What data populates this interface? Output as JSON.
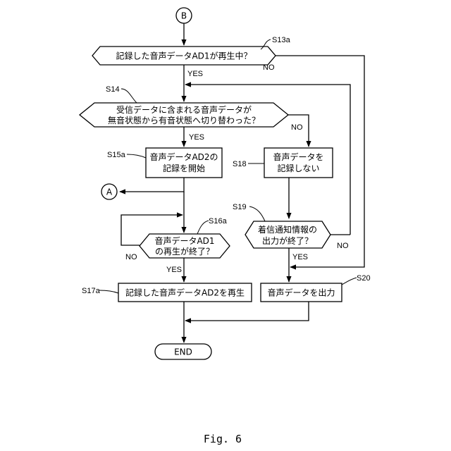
{
  "connectors": {
    "top": "B",
    "side": "A"
  },
  "decisions": {
    "s13a": {
      "label": "S13a",
      "text": "記録した音声データAD1が再生中？"
    },
    "s14": {
      "label": "S14",
      "line1": "受信データに含まれる音声データが",
      "line2": "無音状態から有音状態へ切り替わった？"
    },
    "s16a": {
      "label": "S16a",
      "line1": "音声データAD1",
      "line2": "の再生が終了？"
    },
    "s19": {
      "label": "S19",
      "line1": "着信通知情報の",
      "line2": "出力が終了？"
    }
  },
  "processes": {
    "s15a": {
      "label": "S15a",
      "line1": "音声データAD2の",
      "line2": "記録を開始"
    },
    "s17a": {
      "label": "S17a",
      "text": "記録した音声データAD2を再生"
    },
    "s18": {
      "label": "S18",
      "line1": "音声データを",
      "line2": "記録しない"
    },
    "s20": {
      "label": "S20",
      "text": "音声データを出力"
    }
  },
  "terminal": {
    "end": "END"
  },
  "branches": {
    "yes": "YES",
    "no": "NO"
  },
  "caption": "Fig. 6"
}
